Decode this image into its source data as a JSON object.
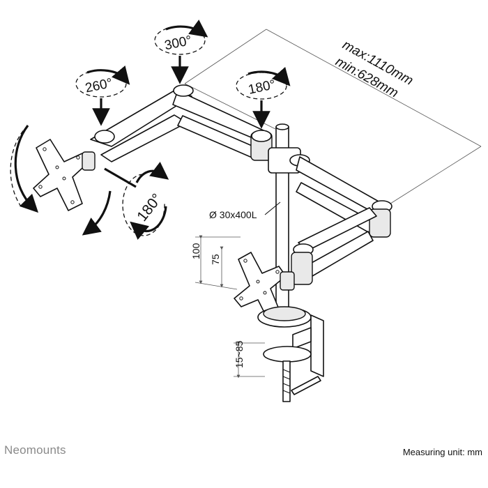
{
  "rotation_labels": {
    "top": "300°",
    "upper_left": "260°",
    "right": "180°",
    "tilt": "180°"
  },
  "reach": {
    "max": "max:1110mm",
    "min": "min:628mm"
  },
  "pole_label": "Ø 30x400L",
  "height_dims": {
    "outer": "100",
    "inner": "75"
  },
  "clamp_range": "15~85",
  "brand": "Neomounts",
  "measuring_unit": "Measuring unit: mm",
  "colors": {
    "line": "#111111",
    "brand_text": "#8a8a8a"
  }
}
